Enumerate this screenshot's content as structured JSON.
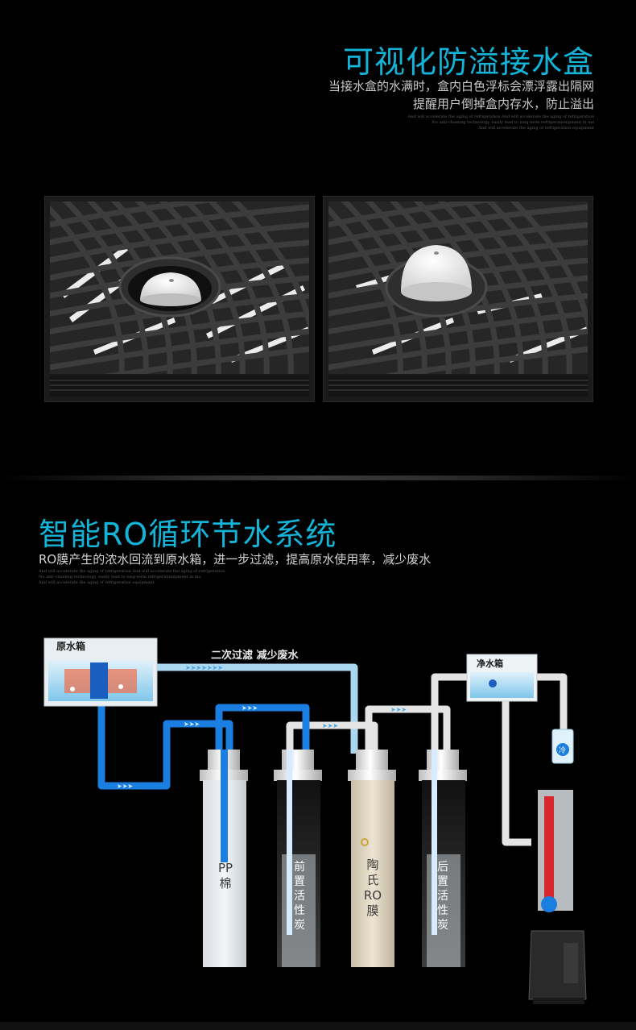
{
  "section_float_box": {
    "title": "可视化防溢接水盒",
    "desc_line1": "当接水盒的水满时，盒内白色浮标会漂浮露出隔网",
    "desc_line2": "提醒用户倒掉盒内存水，防止溢出",
    "tiny_line1": "And will accelerate the aging of refrigeration.And will accelerate the aging of refrigeration",
    "tiny_line2": "No anti-chaeling technology, easily lead to long-term refrigerationipment in mo",
    "tiny_line3": "And will accelerate the aging of refrigeration equipment"
  },
  "section_ro": {
    "title": "智能RO循环节水系统",
    "desc": "RO膜产生的浓水回流到原水箱，进一步过滤，提高原水使用率，减少废水",
    "tiny_line1": "And will accelerate the aging of refrigeration.And will accelerate the aging of refrigeration",
    "tiny_line2": "No anti-chaeling technology, easily lead to long-term refrigerationipment in mo",
    "tiny_line3": "And will accelerate the aging of refrigeration equipment"
  },
  "diagram": {
    "raw_tank_label": "原水箱",
    "clean_tank_label": "净水箱",
    "pipe_label": "二次过滤 减少废水",
    "cold_badge": "冷",
    "filter1_l1": "PP",
    "filter1_l2": "棉",
    "filter2_l1": "前",
    "filter2_l2": "置",
    "filter2_l3": "活",
    "filter2_l4": "性",
    "filter2_l5": "炭",
    "filter3_l1": "陶",
    "filter3_l2": "氏",
    "filter3_l3": "RO",
    "filter3_l4": "膜",
    "filter4_l1": "后",
    "filter4_l2": "置",
    "filter4_l3": "活",
    "filter4_l4": "性",
    "filter4_l5": "炭"
  },
  "colors": {
    "accent": "#14b4d8",
    "pipe_blue": "#1a7fe0",
    "pipe_light": "#a9d8f0",
    "pipe_white": "#e8e8e8"
  }
}
